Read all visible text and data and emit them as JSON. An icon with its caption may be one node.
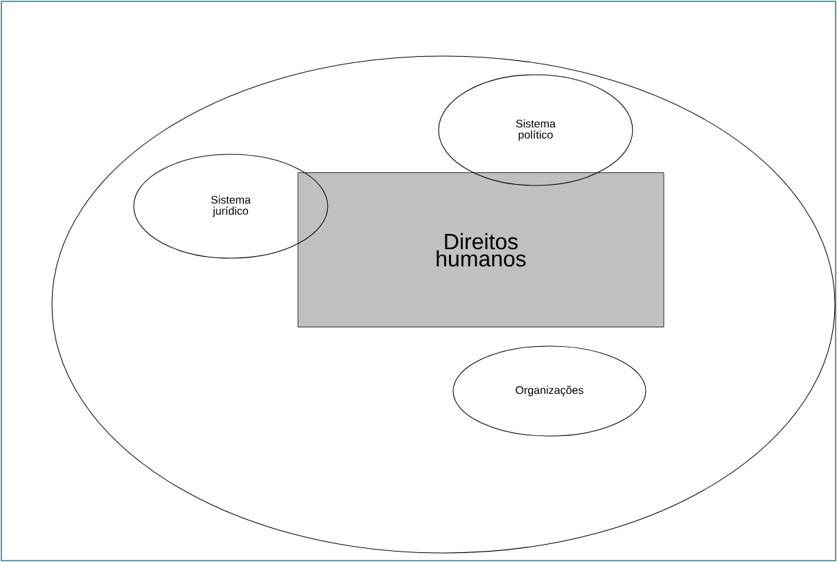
{
  "diagram": {
    "nodes": [
      {
        "text": [],
        "shape": "ellipse"
      },
      {
        "text": [
          "Sistema político"
        ],
        "in": 0
      },
      {
        "text": [
          "Sistema jurídico"
        ],
        "in": 0
      },
      {
        "text": [
          "Direitos humanos"
        ],
        "in": 0
      },
      {
        "text": [
          "Organizações"
        ],
        "in": 0
      }
    ]
  }
}
